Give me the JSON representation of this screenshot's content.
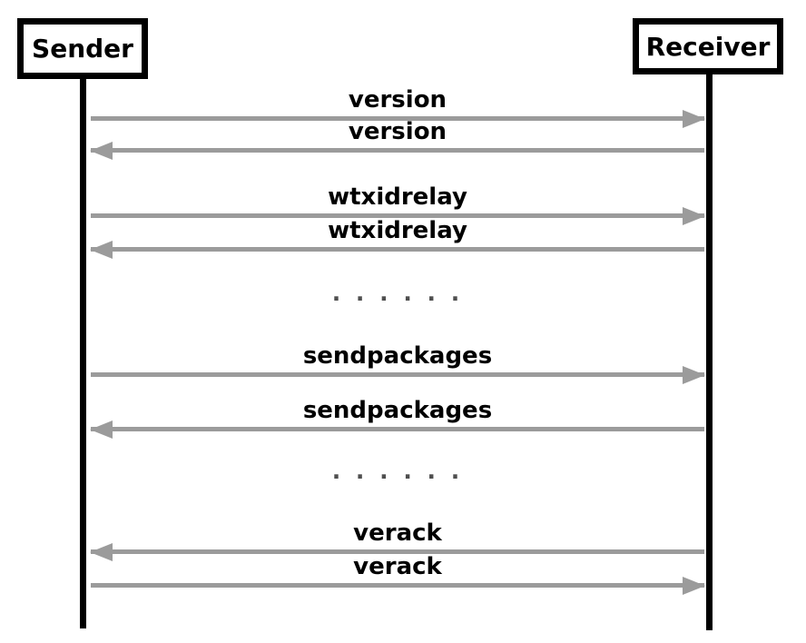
{
  "diagram": {
    "type": "sequence-diagram",
    "actors": {
      "left": {
        "name": "Sender"
      },
      "right": {
        "name": "Receiver"
      }
    },
    "colors": {
      "actor_border": "#000000",
      "lifeline": "#000000",
      "arrow": "#9b9b9b",
      "label_text": "#000000",
      "ellipsis_dots": "#4f4f4f",
      "background": "#ffffff"
    },
    "messages": [
      {
        "label": "version",
        "from": "Sender",
        "to": "Receiver",
        "direction": "right"
      },
      {
        "label": "version",
        "from": "Receiver",
        "to": "Sender",
        "direction": "left"
      },
      {
        "label": "wtxidrelay",
        "from": "Sender",
        "to": "Receiver",
        "direction": "right"
      },
      {
        "label": "wtxidrelay",
        "from": "Receiver",
        "to": "Sender",
        "direction": "left"
      },
      {
        "label": ". . . . . .",
        "type": "ellipsis"
      },
      {
        "label": "sendpackages",
        "from": "Sender",
        "to": "Receiver",
        "direction": "right"
      },
      {
        "label": "sendpackages",
        "from": "Receiver",
        "to": "Sender",
        "direction": "left"
      },
      {
        "label": ". . . . . .",
        "type": "ellipsis"
      },
      {
        "label": "verack",
        "from": "Receiver",
        "to": "Sender",
        "direction": "left"
      },
      {
        "label": "verack",
        "from": "Sender",
        "to": "Receiver",
        "direction": "right"
      }
    ]
  }
}
